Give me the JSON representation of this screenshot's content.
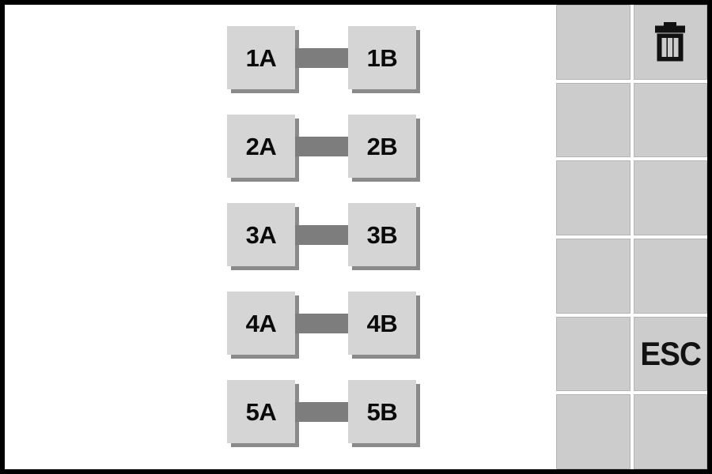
{
  "app": {
    "title": "Pair Matching Board",
    "frame_color": "#000000",
    "canvas_background": "#ffffff"
  },
  "canvas": {
    "name": "pair-canvas",
    "pairs": [
      {
        "left_label": "1A",
        "right_label": "1B",
        "connected": true
      },
      {
        "left_label": "2A",
        "right_label": "2B",
        "connected": true
      },
      {
        "left_label": "3A",
        "right_label": "3B",
        "connected": true
      },
      {
        "left_label": "4A",
        "right_label": "4B",
        "connected": true
      },
      {
        "left_label": "5A",
        "right_label": "5B",
        "connected": true
      }
    ],
    "tile_color": "#d5d5d5",
    "tile_shadow_color": "#8a8a8a",
    "connector_color": "#7d7d7d",
    "tile_text_color": "#0a0a0a"
  },
  "button_panel": {
    "name": "right-button-panel",
    "columns": 2,
    "rows": 6,
    "cell_color": "#cccccc",
    "cell_border_color": "#b4b4b4",
    "cells": [
      {
        "row": 1,
        "col": 1,
        "icon": "",
        "label": ""
      },
      {
        "row": 1,
        "col": 2,
        "icon": "trash-icon",
        "label": ""
      },
      {
        "row": 2,
        "col": 1,
        "icon": "",
        "label": ""
      },
      {
        "row": 2,
        "col": 2,
        "icon": "",
        "label": ""
      },
      {
        "row": 3,
        "col": 1,
        "icon": "",
        "label": ""
      },
      {
        "row": 3,
        "col": 2,
        "icon": "",
        "label": ""
      },
      {
        "row": 4,
        "col": 1,
        "icon": "",
        "label": ""
      },
      {
        "row": 4,
        "col": 2,
        "icon": "",
        "label": ""
      },
      {
        "row": 5,
        "col": 1,
        "icon": "",
        "label": ""
      },
      {
        "row": 5,
        "col": 2,
        "icon": "",
        "label": "ESC"
      },
      {
        "row": 6,
        "col": 1,
        "icon": "",
        "label": ""
      },
      {
        "row": 6,
        "col": 2,
        "icon": "",
        "label": ""
      }
    ],
    "delete_button": {
      "icon": "trash-icon",
      "label": ""
    },
    "escape_button": {
      "label": "ESC"
    }
  }
}
